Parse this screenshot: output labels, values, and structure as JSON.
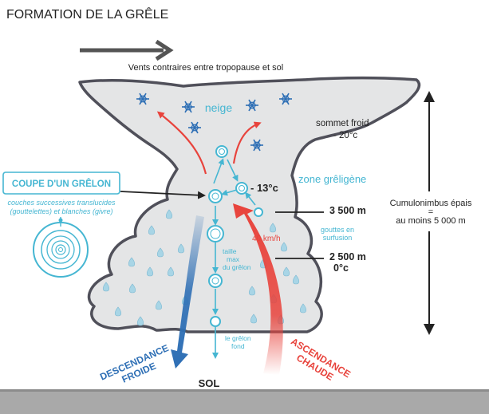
{
  "title": "FORMATION DE LA GRÊLE",
  "winds_label": "Vents contraires entre tropopause et sol",
  "neige_label": "neige",
  "sommet": {
    "line1": "sommet froid",
    "line2": "- 20°c"
  },
  "temp_13": "- 13°c",
  "zone_gregigene": "zone grêligène",
  "coupe": {
    "title": "COUPE D'UN GRÊLON",
    "desc_line1": "couches successives translucides",
    "desc_line2": "(gouttelettes) et blanches (givre)"
  },
  "cumulonimbus": {
    "line1": "Cumulonimbus épais",
    "line2": "=",
    "line3": "au moins 5 000 m"
  },
  "alt_3500": "3 500 m",
  "alt_2500": "2 500 m",
  "alt_0c": "0°c",
  "gouttes": {
    "line1": "gouttes en",
    "line2": "surfusion"
  },
  "wind_speed": "40 km/h",
  "taille": {
    "line1": "taille",
    "line2": "max",
    "line3": "du grêlon"
  },
  "grelon_fond": {
    "line1": "le grêlon",
    "line2": "fond"
  },
  "descendance": {
    "line1": "DESCENDANCE",
    "line2": "FROIDE"
  },
  "ascendance": {
    "line1": "ASCENDANCE",
    "line2": "CHAUDE"
  },
  "sol": "SOL",
  "colors": {
    "cloud": "#e4e5e6",
    "cloud_outline": "#50505a",
    "cyan": "#45b6d2",
    "red": "#e8433c",
    "blue": "#2e6fb5",
    "dark": "#222222",
    "ground": "#a9a9a9"
  },
  "icons": [
    "snowflake-icon",
    "raindrop-icon",
    "hailstone-icon",
    "arrow-icon"
  ]
}
